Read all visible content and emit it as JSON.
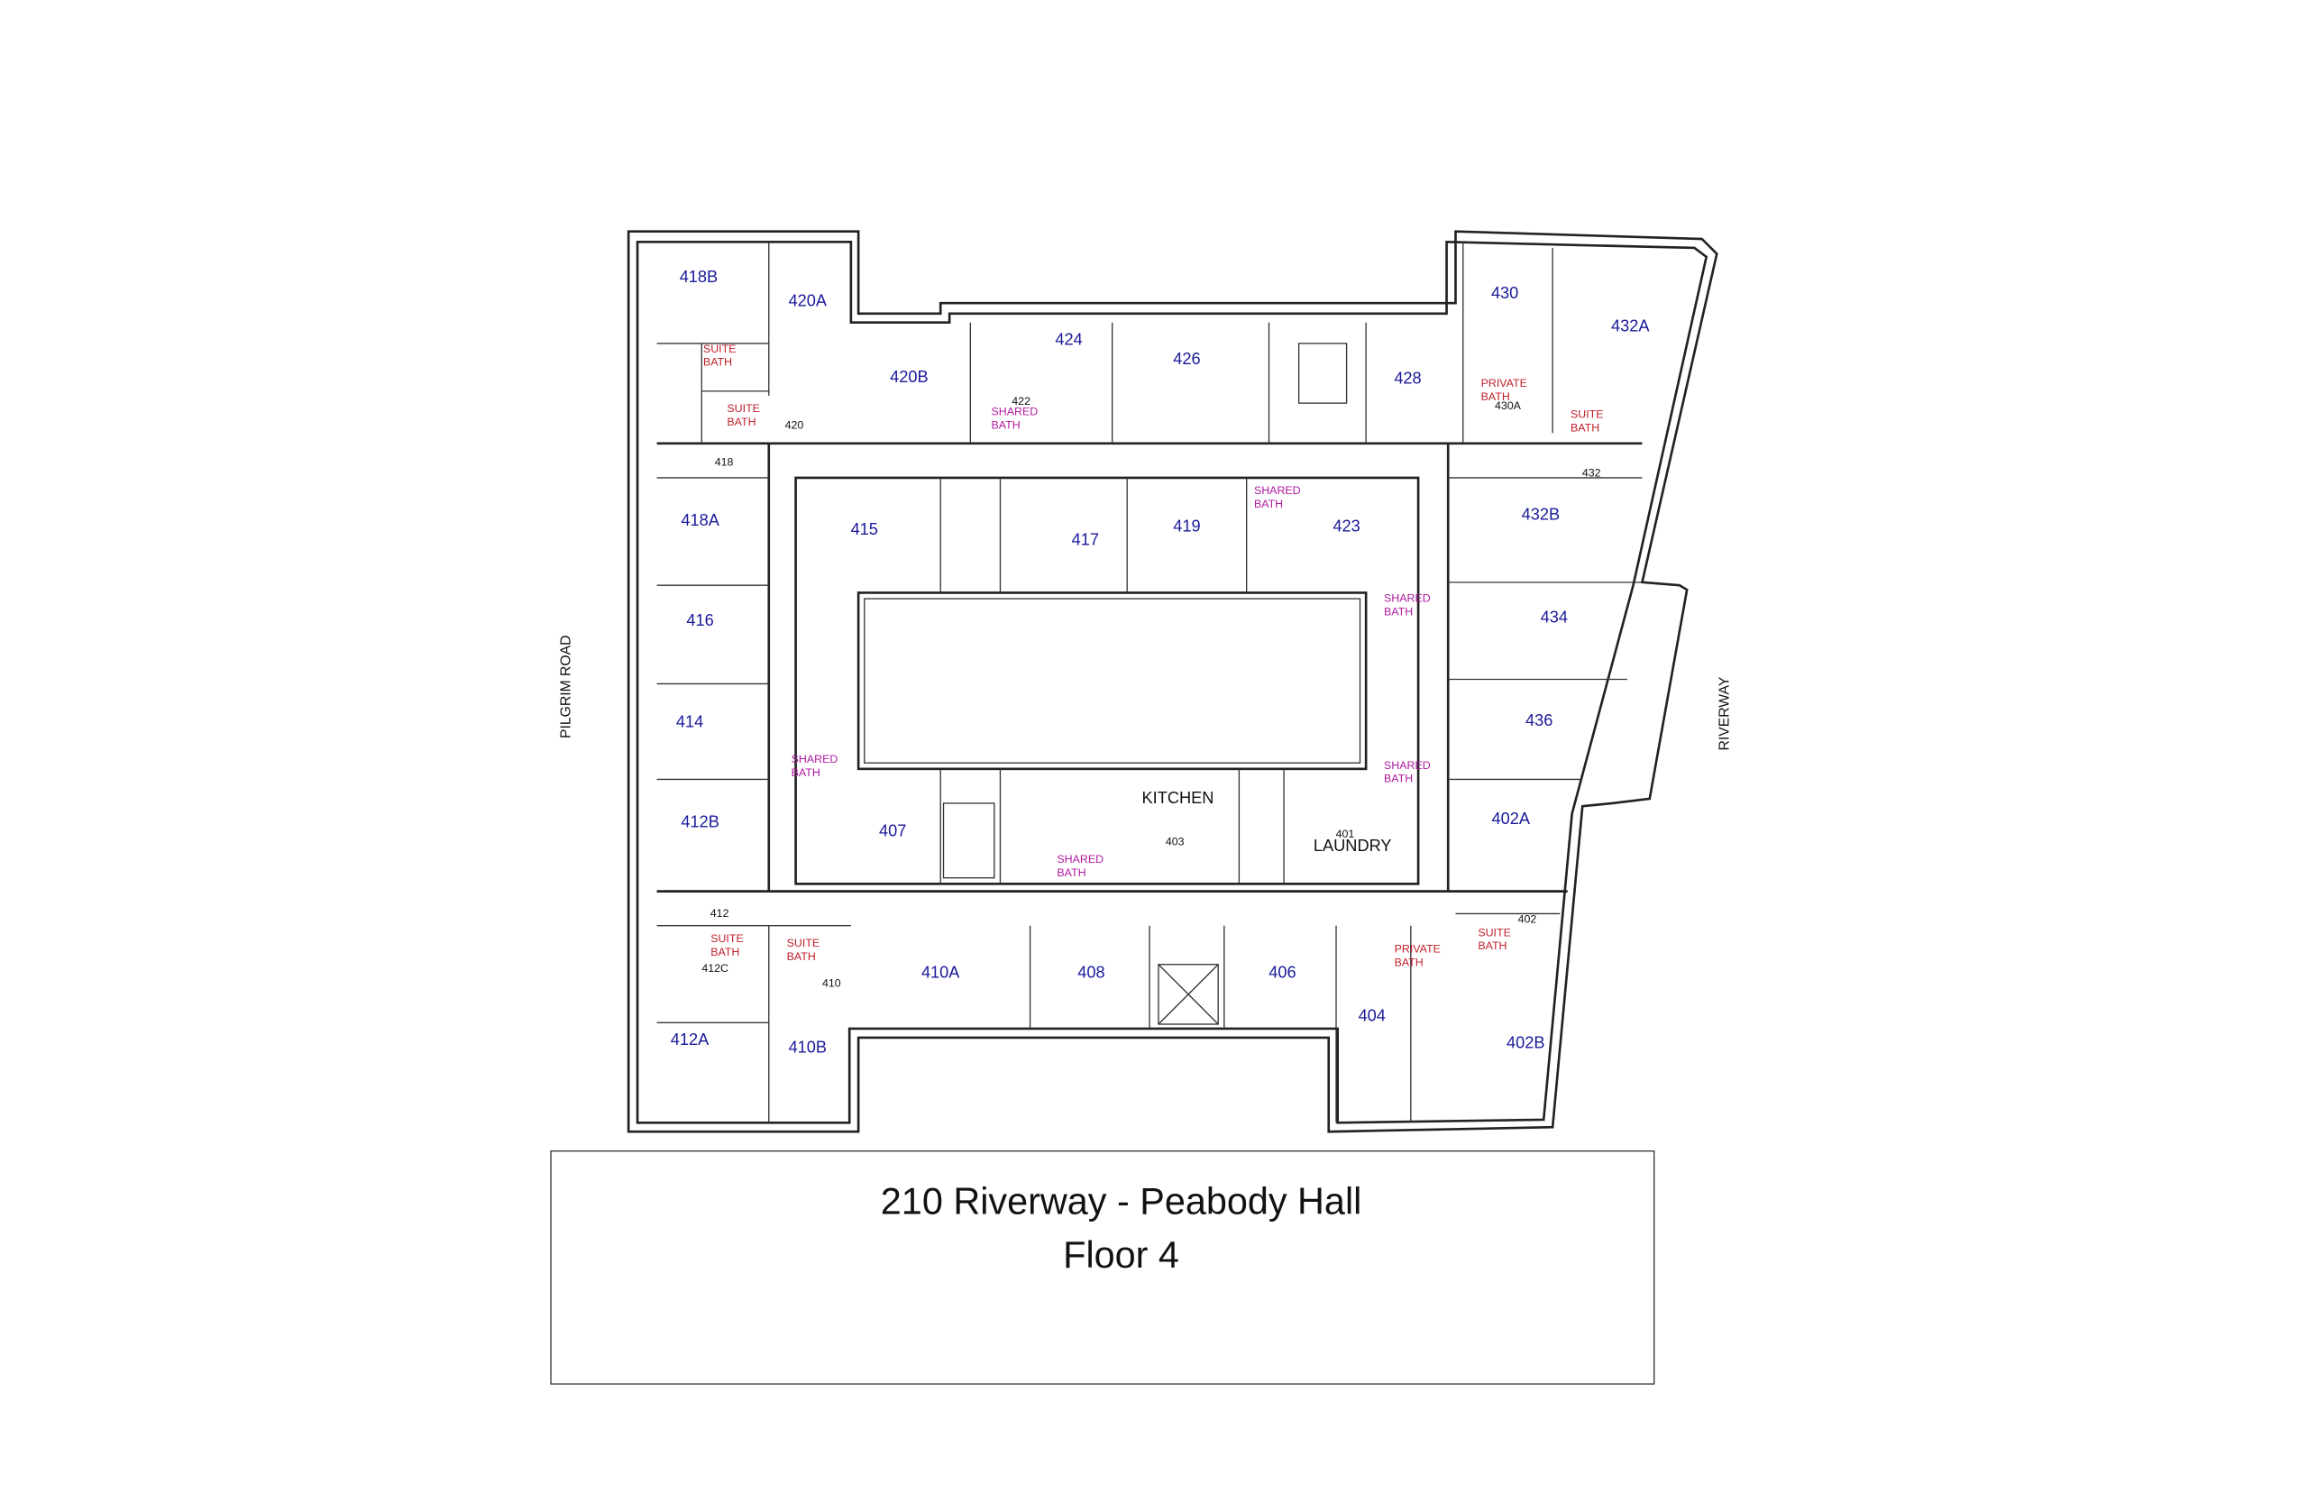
{
  "title": {
    "line1": "210 Riverway - Peabody Hall",
    "line2": "Floor 4"
  },
  "streets": {
    "west": "PILGRIM ROAD",
    "east": "RIVERWAY"
  },
  "rooms": {
    "r418B": "418B",
    "r420A": "420A",
    "r420B": "420B",
    "r424": "424",
    "r426": "426",
    "r428": "428",
    "r430": "430",
    "r432A": "432A",
    "r418A": "418A",
    "r415": "415",
    "r417": "417",
    "r419": "419",
    "r423": "423",
    "r432B": "432B",
    "r416": "416",
    "r434": "434",
    "r414": "414",
    "r436": "436",
    "r412B": "412B",
    "r407": "407",
    "r402A": "402A",
    "r410A": "410A",
    "r408": "408",
    "r406": "406",
    "r404": "404",
    "r412A": "412A",
    "r410B": "410B",
    "r402B": "402B"
  },
  "corridors": {
    "c420": "420",
    "c418": "418",
    "c432": "432",
    "c412": "412",
    "c410": "410",
    "c402": "402",
    "c403": "403",
    "c401": "401",
    "c412C": "412C",
    "c430A": "430A",
    "c422": "422"
  },
  "common": {
    "kitchen": "KITCHEN",
    "laundry": "LAUNDRY"
  },
  "bath": {
    "suite": "SUITE",
    "private": "PRIVATE",
    "shared": "SHARED",
    "bath": "BATH"
  },
  "colors": {
    "room_label": "#1a1a9a",
    "suite_private_bath": "#c0202a",
    "shared_bath": "#b01aa0",
    "walls": "#222222"
  }
}
